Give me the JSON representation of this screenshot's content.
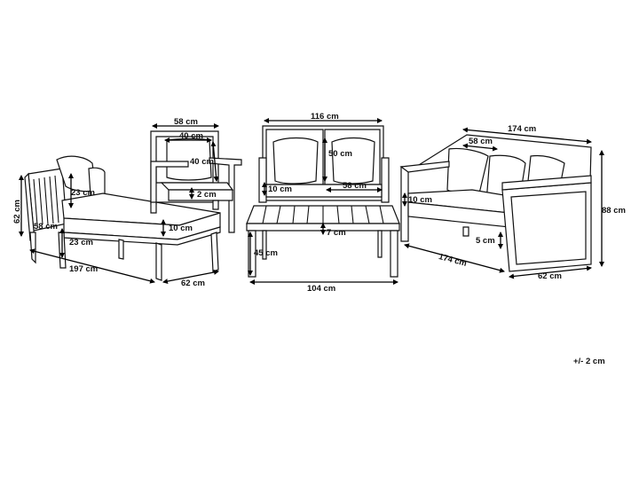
{
  "dimensions": {
    "chaise": {
      "height_total": "62 cm",
      "backrest": "23 cm",
      "depth": "58 cm",
      "leg": "23 cm",
      "length": "197 cm",
      "width": "62 cm",
      "cushion": "10 cm"
    },
    "armchair": {
      "width": "58 cm",
      "cushion_width": "40 cm",
      "back_height": "40 cm",
      "seat_gap": "2 cm"
    },
    "loveseat": {
      "width": "116 cm",
      "back_height": "50 cm",
      "cushion": "10 cm",
      "seat_width": "58 cm"
    },
    "table": {
      "height": "45 cm",
      "top": "7 cm",
      "length": "104 cm"
    },
    "sofa": {
      "width": "174 cm",
      "seat": "58 cm",
      "cushion": "10 cm",
      "height": "88 cm",
      "foot": "5 cm",
      "length": "174 cm",
      "depth": "62 cm"
    }
  },
  "tolerance": "+/- 2 cm"
}
